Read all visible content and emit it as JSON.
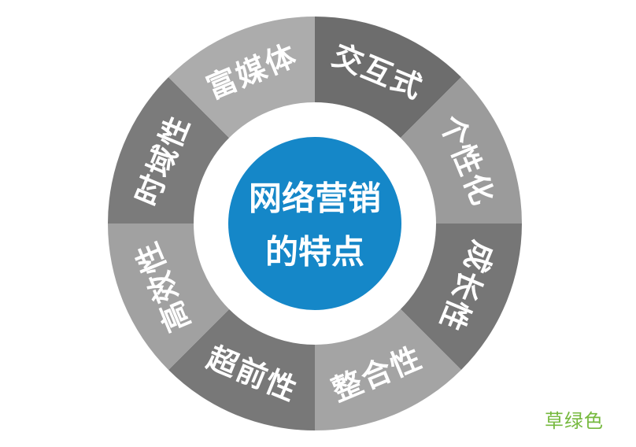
{
  "title": {
    "line1": "网络营销",
    "line2": "的特点"
  },
  "center_color": "#1587c8",
  "label_text_color": "#ffffff",
  "segments": [
    {
      "label": "交互式",
      "color": "#6d6d6d",
      "start": 0,
      "end": 45
    },
    {
      "label": "个性化",
      "color": "#9b9b9b",
      "start": 45,
      "end": 90
    },
    {
      "label": "成长性",
      "color": "#767676",
      "start": 90,
      "end": 135
    },
    {
      "label": "整合性",
      "color": "#a4a4a4",
      "start": 135,
      "end": 180
    },
    {
      "label": "超前性",
      "color": "#787878",
      "start": 180,
      "end": 225
    },
    {
      "label": "高效性",
      "color": "#a1a1a1",
      "start": 225,
      "end": 270
    },
    {
      "label": "时域性",
      "color": "#7b7b7b",
      "start": 270,
      "end": 315
    },
    {
      "label": "富媒体",
      "color": "#acacac",
      "start": 315,
      "end": 360
    }
  ],
  "corner_note": {
    "text": "草绿色",
    "color": "#76b93e"
  }
}
